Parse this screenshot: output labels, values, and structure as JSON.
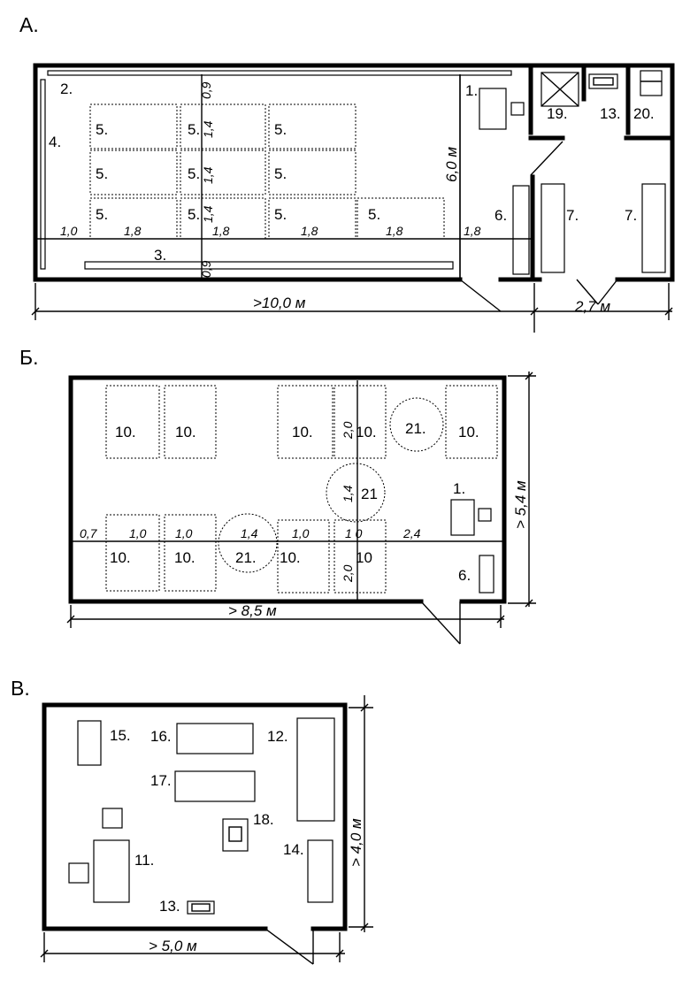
{
  "plan_a": {
    "title": "А.",
    "labels": {
      "l1": "1.",
      "l2": "2.",
      "l3": "3.",
      "l4": "4.",
      "l5": "5.",
      "l6": "6.",
      "l7": "7.",
      "l13": "13.",
      "l19": "19.",
      "l20": "20."
    },
    "dims": {
      "d09": "0,9",
      "d14": "1,4",
      "d10": "1,0",
      "d18": "1,8",
      "width": ">10,0 м",
      "height": "6,0 м",
      "side": "2,7 м"
    }
  },
  "plan_b": {
    "title": "Б.",
    "labels": {
      "l10": "10.",
      "l10b": "10",
      "l21": "21.",
      "l21b": "21",
      "l1": "1.",
      "l6": "6."
    },
    "dims": {
      "d07": "0,7",
      "d10": "1,0",
      "d14": "1,4",
      "d10b": "1 0",
      "d24": "2,4",
      "d20": "2,0",
      "width": "> 8,5 м",
      "height": "> 5,4 м"
    }
  },
  "plan_c": {
    "title": "В.",
    "labels": {
      "l11": "11.",
      "l12": "12.",
      "l13": "13.",
      "l14": "14.",
      "l15": "15.",
      "l16": "16.",
      "l17": "17.",
      "l18": "18."
    },
    "dims": {
      "width": "> 5,0 м",
      "height": "> 4,0 м"
    }
  }
}
